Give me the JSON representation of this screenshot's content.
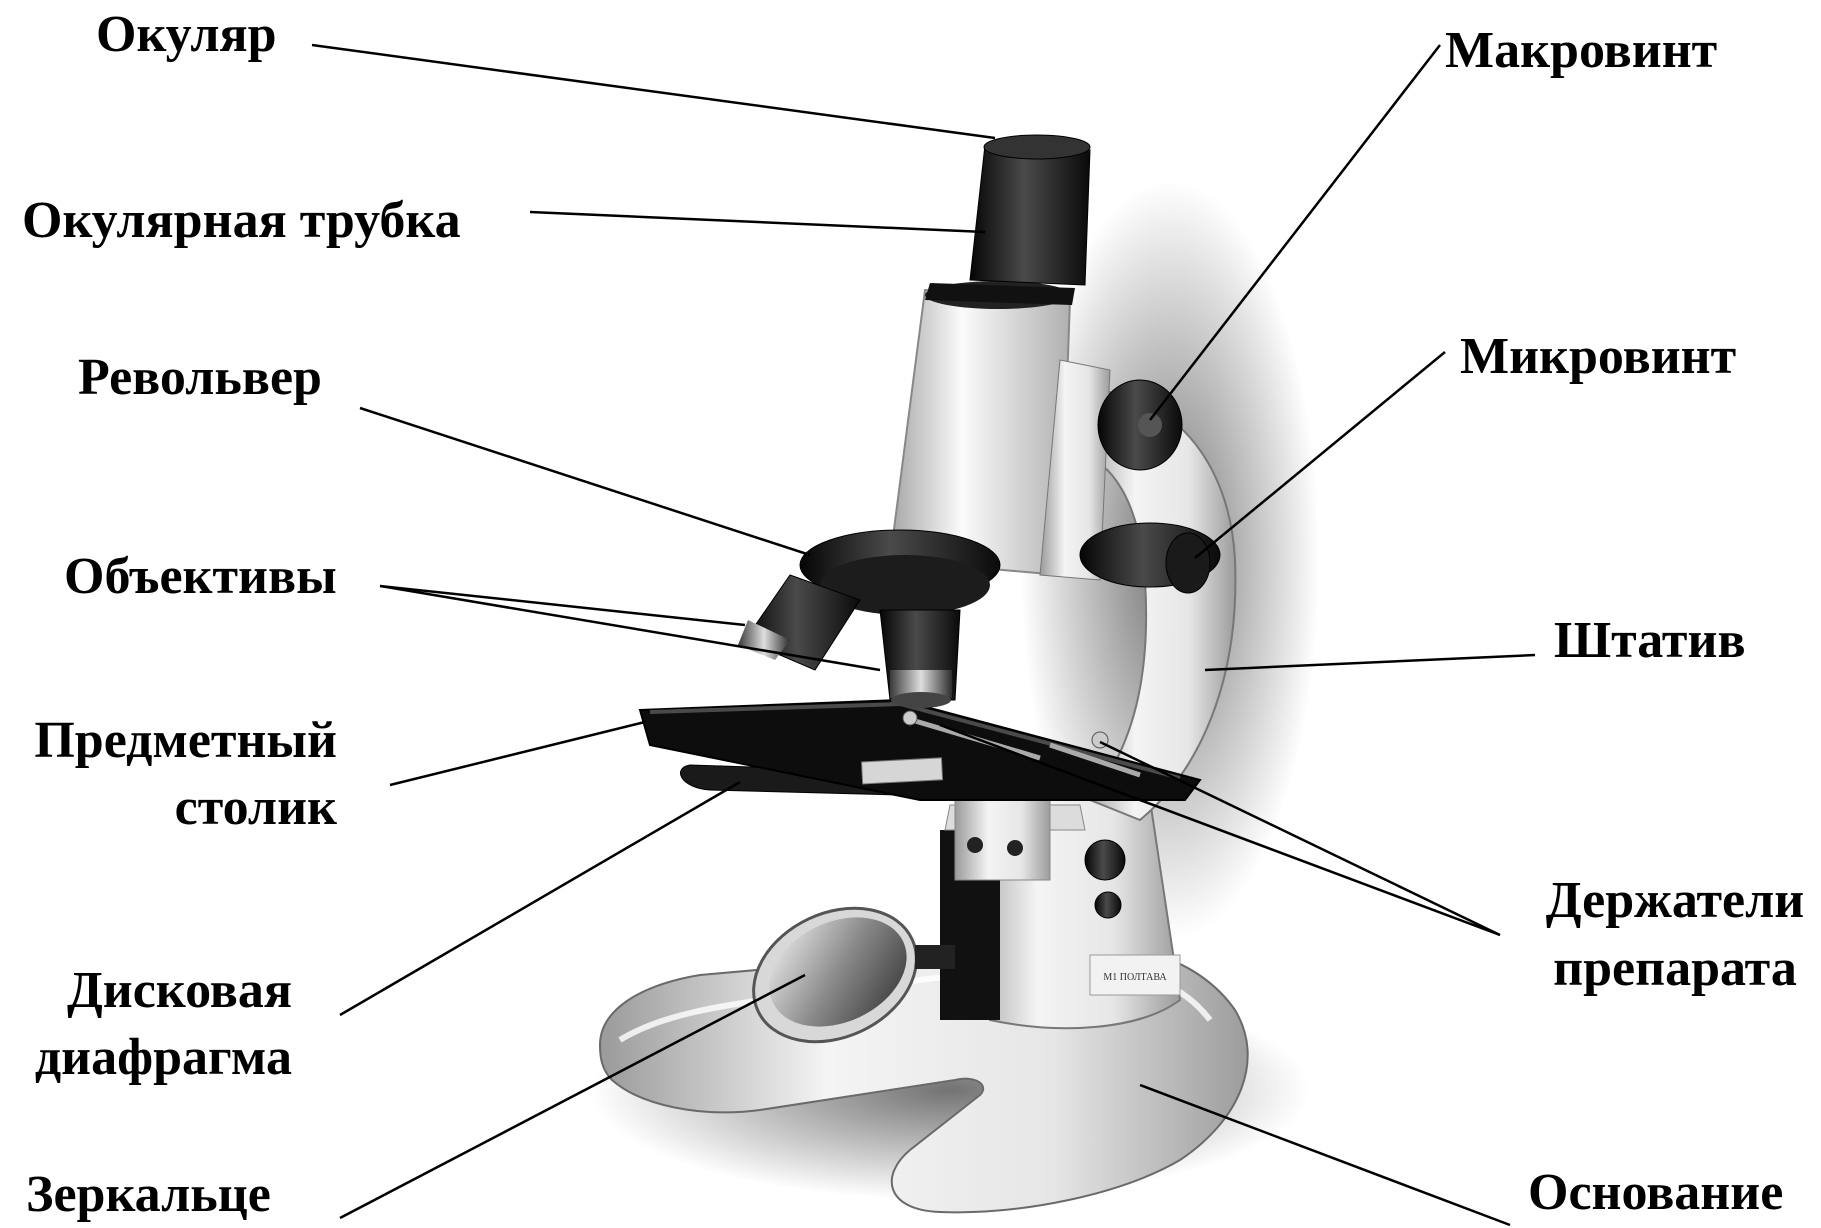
{
  "labels": {
    "okulyar": "Окуляр",
    "okulyarnaya_trubka": "Окулярная трубка",
    "revolver": "Револьвер",
    "obektivy": "Объективы",
    "predmetny": "Предметный",
    "stolik": "столик",
    "diskovaya": "Дисковая",
    "diafragma": "диафрагма",
    "zerkaltse": "Зеркальце",
    "makrovint": "Макровинт",
    "mikrovint": "Микровинт",
    "shtativ": "Штатив",
    "derzhateli": "Держатели",
    "preparata": "препарата",
    "osnovanie": "Основание"
  },
  "device_plate": "М1 ПОЛТАВА"
}
